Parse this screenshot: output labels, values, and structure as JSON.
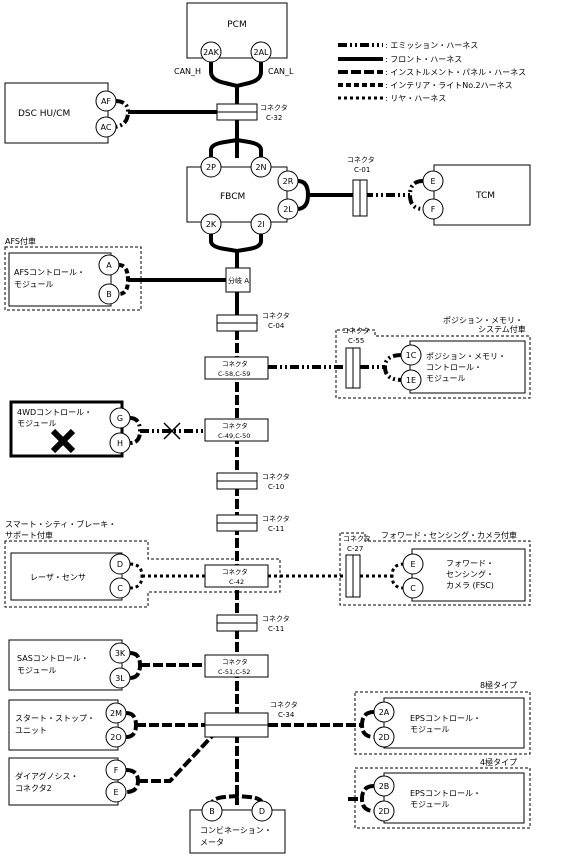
{
  "legend": [
    {
      "style": "emission",
      "label": ": エミッション・ハーネス"
    },
    {
      "style": "front",
      "label": ": フロント・ハーネス"
    },
    {
      "style": "instrument",
      "label": ": インストルメント・パネル・ハーネス"
    },
    {
      "style": "interior",
      "label": ": インテリア・ライトNo.2ハーネス"
    },
    {
      "style": "rear",
      "label": ": リヤ・ハーネス"
    }
  ],
  "modules": {
    "pcm": "PCM",
    "dsc": "DSC HU/CM",
    "fbcm": "FBCM",
    "tcm": "TCM",
    "afs_line1": "AFSコントロール・",
    "afs_line2": "モジュール",
    "pos_line1": "ポジション・メモリ・",
    "pos_line2": "コントロール・",
    "pos_line3": "モジュール",
    "wd_line1": "4WDコントロール・",
    "wd_line2": "モジュール",
    "laser": "レーザ・センサ",
    "fsc_line1": "フォワード・",
    "fsc_line2": "センシング・",
    "fsc_line3": "カメラ (FSC)",
    "sas_line1": "SASコントロール・",
    "sas_line2": "モジュール",
    "ss_line1": "スタート・ストップ・",
    "ss_line2": "ユニット",
    "diag_line1": "ダイアグノシス・",
    "diag_line2": "コネクタ2",
    "eps8_line1": "EPSコントロール・",
    "eps8_line2": "モジュール",
    "eps4_line1": "EPSコントロール・",
    "eps4_line2": "モジュール",
    "combi_line1": "コンビネーション・",
    "combi_line2": "メータ"
  },
  "groups": {
    "afs": "AFS付車",
    "pos_line1": "ポジション・メモリ・",
    "pos_line2": "システム付車",
    "scbs_line1": "スマート・シティ・ブレーキ・",
    "scbs_line2": "サポート付車",
    "fsc": "フォワード・センシング・カメラ付車",
    "eps8": "8極タイプ",
    "eps4": "4極タイプ"
  },
  "signals": {
    "can_h": "CAN_H",
    "can_l": "CAN_L"
  },
  "junction": "分岐 A",
  "connector_word": "コネクタ",
  "connectors": {
    "c32": "C-32",
    "c01": "C-01",
    "c04": "C-04",
    "c55": "C-55",
    "c58": "C-58,C-59",
    "c49": "C-49,C-50",
    "c10": "C-10",
    "c11a": "C-11",
    "c27": "C-27",
    "c42": "C-42",
    "c11b": "C-11",
    "c51": "C-51,C-52",
    "c34": "C-34"
  },
  "pins": {
    "pcm_h": "2AK",
    "pcm_l": "2AL",
    "dsc_h": "AF",
    "dsc_l": "AC",
    "fbcm_tl": "2P",
    "fbcm_tr": "2N",
    "fbcm_rh": "2R",
    "fbcm_rl": "2L",
    "fbcm_bl": "2K",
    "fbcm_br": "2I",
    "tcm_h": "E",
    "tcm_l": "F",
    "afs_h": "A",
    "afs_l": "B",
    "pos_h": "1C",
    "pos_l": "1E",
    "wd_h": "G",
    "wd_l": "H",
    "laser_h": "D",
    "laser_l": "C",
    "fsc_h": "E",
    "fsc_l": "C",
    "sas_h": "3K",
    "sas_l": "3L",
    "ss_h": "2M",
    "ss_l": "2O",
    "diag_h": "F",
    "diag_l": "E",
    "eps8_h": "2A",
    "eps8_l": "2D",
    "eps4_h": "2B",
    "eps4_l": "2D",
    "combi_h": "B",
    "combi_l": "D"
  }
}
